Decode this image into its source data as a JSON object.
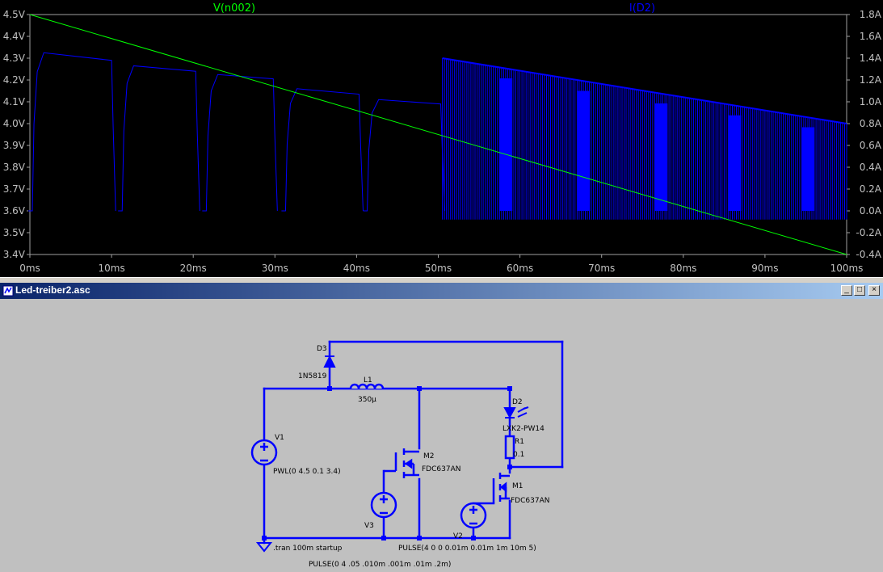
{
  "plot": {
    "traces": [
      {
        "name": "V(n002)",
        "color": "#00ff00"
      },
      {
        "name": "I(D2)",
        "color": "#0000ff"
      }
    ],
    "left_ticks": [
      "4.5V",
      "4.4V",
      "4.3V",
      "4.2V",
      "4.1V",
      "4.0V",
      "3.9V",
      "3.8V",
      "3.7V",
      "3.6V",
      "3.5V",
      "3.4V"
    ],
    "right_ticks": [
      "1.8A",
      "1.6A",
      "1.4A",
      "1.2A",
      "1.0A",
      "0.8A",
      "0.6A",
      "0.4A",
      "0.2A",
      "0.0A",
      "-0.2A",
      "-0.4A"
    ],
    "x_ticks": [
      "0ms",
      "10ms",
      "20ms",
      "30ms",
      "40ms",
      "50ms",
      "60ms",
      "70ms",
      "80ms",
      "90ms",
      "100ms"
    ]
  },
  "chart_data": {
    "type": "line",
    "x": [
      0,
      100
    ],
    "xlim": [
      0,
      100
    ],
    "ylim_left": [
      3.4,
      4.5
    ],
    "ylim_right": [
      -0.4,
      1.8
    ],
    "series": [
      {
        "name": "V(n002)",
        "axis": "left",
        "x": [
          0,
          100
        ],
        "values": [
          4.5,
          3.4
        ]
      },
      {
        "name": "I(D2)",
        "axis": "right",
        "pulses": [
          {
            "start": 0.5,
            "end": 10.0,
            "peak": 1.45,
            "end_value": 1.38
          },
          {
            "start": 11.5,
            "end": 20.3,
            "peak": 1.33,
            "end_value": 1.28
          },
          {
            "start": 21.8,
            "end": 29.8,
            "peak": 1.25,
            "end_value": 1.21
          },
          {
            "start": 31.5,
            "end": 40.3,
            "peak": 1.12,
            "end_value": 1.07
          },
          {
            "start": 41.5,
            "end": 50.3,
            "peak": 1.02,
            "end_value": 0.98
          }
        ],
        "dense_region": {
          "start": 50.5,
          "end": 100,
          "envelope_top_start": 1.4,
          "envelope_top_end": 0.8,
          "envelope_bottom": -0.08,
          "dip_times": [
            57.5,
            67,
            76.5,
            85.5,
            94.5
          ]
        }
      }
    ],
    "grid": false
  },
  "schematic_window": {
    "title": "Led-treiber2.asc",
    "buttons": {
      "minimize": "_",
      "restore": "□",
      "close": "×"
    }
  },
  "schematic": {
    "D3": {
      "ref": "D3",
      "value": "1N5819"
    },
    "L1": {
      "ref": "L1",
      "value": "350µ"
    },
    "D2": {
      "ref": "D2",
      "value": "LXK2-PW14"
    },
    "R1": {
      "ref": "R1",
      "value": "0.1"
    },
    "V1": {
      "ref": "V1",
      "value": "PWL(0 4.5 0.1 3.4)"
    },
    "M2": {
      "ref": "M2",
      "value": "FDC637AN"
    },
    "M1": {
      "ref": "M1",
      "value": "FDC637AN"
    },
    "V3": {
      "ref": "V3",
      "value": "PULSE(0 4 .05 .010m .001m .01m .2m)"
    },
    "V2": {
      "ref": "V2",
      "value": "PULSE(4 0 0 0.01m 0.01m 1m 10m 5)"
    },
    "directive": ".tran 100m startup"
  }
}
